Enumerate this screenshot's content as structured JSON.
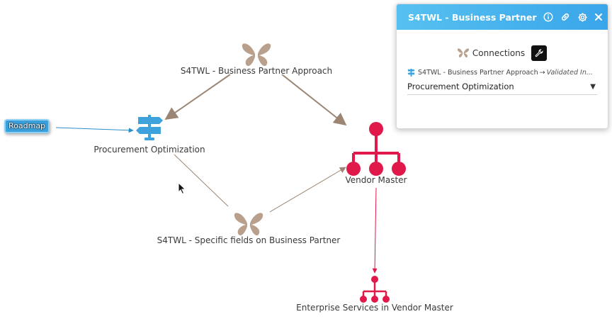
{
  "graph": {
    "nodes": {
      "bp_approach": {
        "label": "S4TWL - Business Partner Approach",
        "icon": "butterfly-icon"
      },
      "procurement": {
        "label": "Procurement Optimization",
        "icon": "signpost-icon"
      },
      "vendor_master": {
        "label": "Vendor Master",
        "icon": "hierarchy-icon"
      },
      "specific_fields": {
        "label": "S4TWL - Specific fields on Business Partner",
        "icon": "butterfly-icon"
      },
      "enterprise_services": {
        "label": "Enterprise Services in Vendor Master",
        "icon": "hierarchy-icon"
      },
      "roadmap": {
        "label": "Roadmap"
      }
    },
    "colors": {
      "butterfly": "#b9a08d",
      "signpost": "#3ea3dc",
      "hierarchy": "#e0194a",
      "edge_brown": "#9c8572",
      "edge_blue": "#2b8fc8",
      "edge_red": "#e0194a"
    }
  },
  "panel": {
    "title": "S4TWL - Business Partner",
    "header_icons": [
      "info-icon",
      "link-icon",
      "gear-icon",
      "close-icon"
    ],
    "connections_label": "Connections",
    "relation": {
      "source": "S4TWL - Business Partner Approach",
      "arrow": "→",
      "status": "Validated In..."
    },
    "selected_target": "Procurement Optimization"
  }
}
